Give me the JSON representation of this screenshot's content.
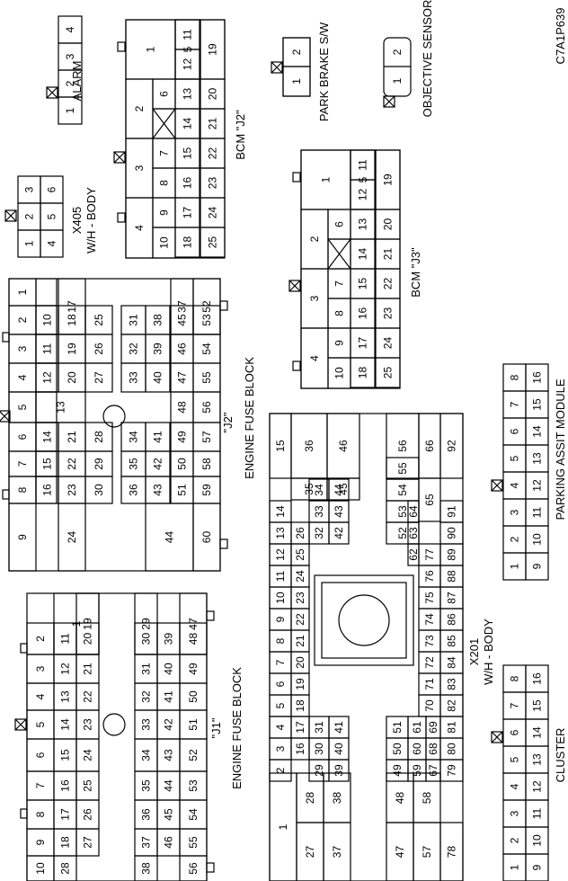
{
  "figure_code": "C7A1P639",
  "alarm": {
    "label": "ALARM",
    "pins": [
      "1",
      "2",
      "3",
      "4"
    ]
  },
  "x405": {
    "label_line1": "X405",
    "label_line2": "W/H - BODY",
    "pins": [
      "1",
      "2",
      "3",
      "4",
      "5",
      "6"
    ]
  },
  "bcm_j2": {
    "label": "BCM \"J2\"",
    "pins": [
      "1",
      "2",
      "3",
      "4",
      "5",
      "6",
      "7",
      "8",
      "9",
      "10",
      "11",
      "12",
      "13",
      "14",
      "15",
      "16",
      "17",
      "18",
      "19",
      "20",
      "21",
      "22",
      "23",
      "24",
      "25"
    ]
  },
  "bcm_j3": {
    "label": "BCM \"J3\"",
    "pins": [
      "1",
      "2",
      "3",
      "4",
      "5",
      "6",
      "7",
      "8",
      "9",
      "10",
      "11",
      "12",
      "13",
      "14",
      "15",
      "16",
      "17",
      "18",
      "19",
      "20",
      "21",
      "22",
      "23",
      "24",
      "25"
    ]
  },
  "park_brake": {
    "label": "PARK BRAKE S/W",
    "pins": [
      "1",
      "2"
    ]
  },
  "objective_sensor": {
    "label": "OBJECTIVE SENSOR",
    "pins": [
      "1",
      "2"
    ]
  },
  "j2_block": {
    "label_line1": "\"J2\"",
    "label_line2": "ENGINE FUSE BLOCK"
  },
  "j1_block": {
    "label_line1": "\"J1\"",
    "label_line2": "ENGINE FUSE BLOCK"
  },
  "x201": {
    "label_line1": "X201",
    "label_line2": "W/H - BODY"
  },
  "cluster": {
    "label": "CLUSTER",
    "pins": [
      "1",
      "2",
      "3",
      "4",
      "5",
      "6",
      "7",
      "8",
      "9",
      "10",
      "11",
      "12",
      "13",
      "14",
      "15",
      "16"
    ]
  },
  "parking_assist": {
    "label": "PARKING ASSIT MODULE",
    "pins": [
      "1",
      "2",
      "3",
      "4",
      "5",
      "6",
      "7",
      "8",
      "9",
      "10",
      "11",
      "12",
      "13",
      "14",
      "15",
      "16"
    ]
  }
}
